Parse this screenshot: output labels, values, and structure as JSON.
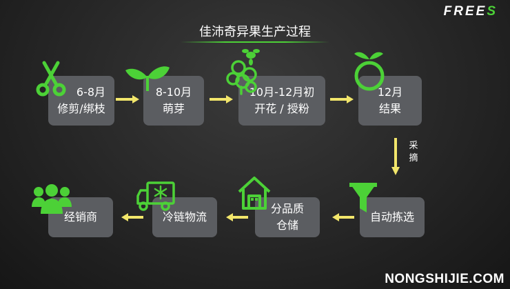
{
  "brand": {
    "prefix": "FREE",
    "suffix": "S"
  },
  "title": "佳沛奇异果生产过程",
  "stages": [
    {
      "line1": "6-8月",
      "line2": "修剪/绑枝",
      "icon": "scissors-icon"
    },
    {
      "line1": "8-10月",
      "line2": "萌芽",
      "icon": "sprout-icon"
    },
    {
      "line1": "10月-12月初",
      "line2": "开花 / 授粉",
      "icon": "bee-flower-icon"
    },
    {
      "line1": "12月",
      "line2": "结果",
      "icon": "fruit-icon"
    },
    {
      "line1": "自动拣选",
      "icon": "funnel-icon"
    },
    {
      "line1": "分品质",
      "line2": "仓储",
      "icon": "warehouse-icon"
    },
    {
      "line1": "冷链物流",
      "icon": "refrigerated-truck-icon"
    },
    {
      "line1": "经销商",
      "icon": "people-icon"
    }
  ],
  "pick_label": {
    "char1": "采",
    "char2": "摘"
  },
  "watermark": "NONGSHIJIE.COM",
  "colors": {
    "accent_green": "#4cd137",
    "arrow_yellow": "#f2e66b",
    "box_gray": "#5b5d61"
  }
}
